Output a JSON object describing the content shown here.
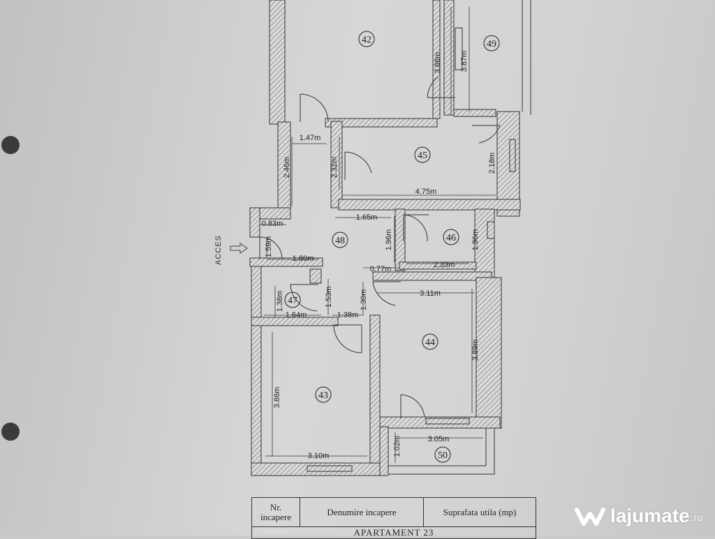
{
  "colors": {
    "paper": "#d2d3d4",
    "ink": "#222222",
    "hatch": "#555555",
    "hole": "#3a3a3a"
  },
  "access_label": "ACCES",
  "rooms": {
    "r42": "42",
    "r49": "49",
    "r45": "45",
    "r48": "48",
    "r46": "46",
    "r47": "47",
    "r44": "44",
    "r43": "43",
    "r50": "50"
  },
  "dimensions": {
    "d388": "3.88m",
    "d387": "3.87m",
    "d147": "1.47m",
    "d246": "2.46m",
    "d232": "2.32m",
    "d218": "2.18m",
    "d475": "4.75m",
    "d083": "0.83m",
    "d165": "1.65m",
    "d196a": "1.96m",
    "d196b": "1.96m",
    "d159": "1.59m",
    "d180": "1.80m",
    "d077": "0.77m",
    "d233": "2.33m",
    "d138a": "1.38m",
    "d153": "1.53m",
    "d130": "1.30m",
    "d311": "3.11m",
    "d164": "1.64m",
    "d138b": "1.38m",
    "d389": "3.89m",
    "d386": "3.86m",
    "d305": "3.05m",
    "d102": "1.02m",
    "d310": "3.10m"
  },
  "table": {
    "col1": "Nr. incapere",
    "col2": "Denumire incapere",
    "col3": "Suprafata utila (mp)",
    "section": "APARTAMENT 23"
  },
  "watermark": {
    "brand": "lajumate",
    "tld": ".ro",
    "icon": "heart-w-logo-icon"
  }
}
